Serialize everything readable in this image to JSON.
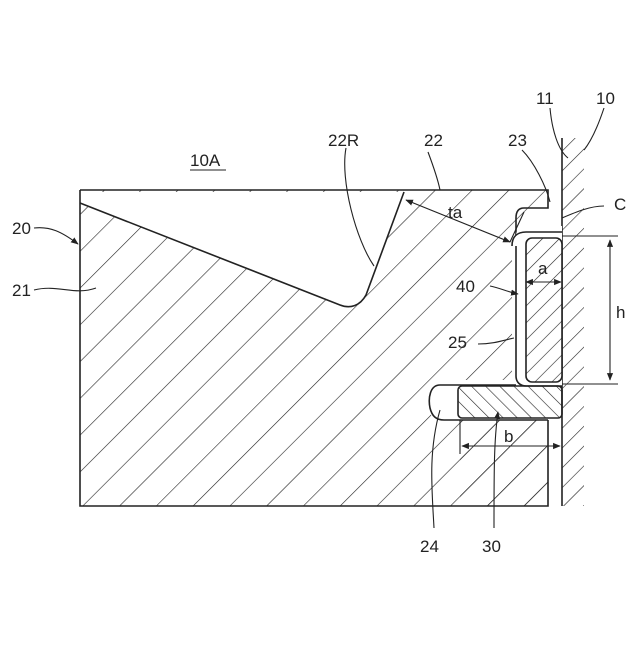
{
  "figure": {
    "title": "10A",
    "labels": {
      "n10": "10",
      "n11": "11",
      "n20": "20",
      "n21": "21",
      "n22": "22",
      "n22R": "22R",
      "n23": "23",
      "n24": "24",
      "n25": "25",
      "n30": "30",
      "n40": "40",
      "C": "C",
      "ta": "ta",
      "a": "a",
      "b": "b",
      "h": "h"
    }
  }
}
